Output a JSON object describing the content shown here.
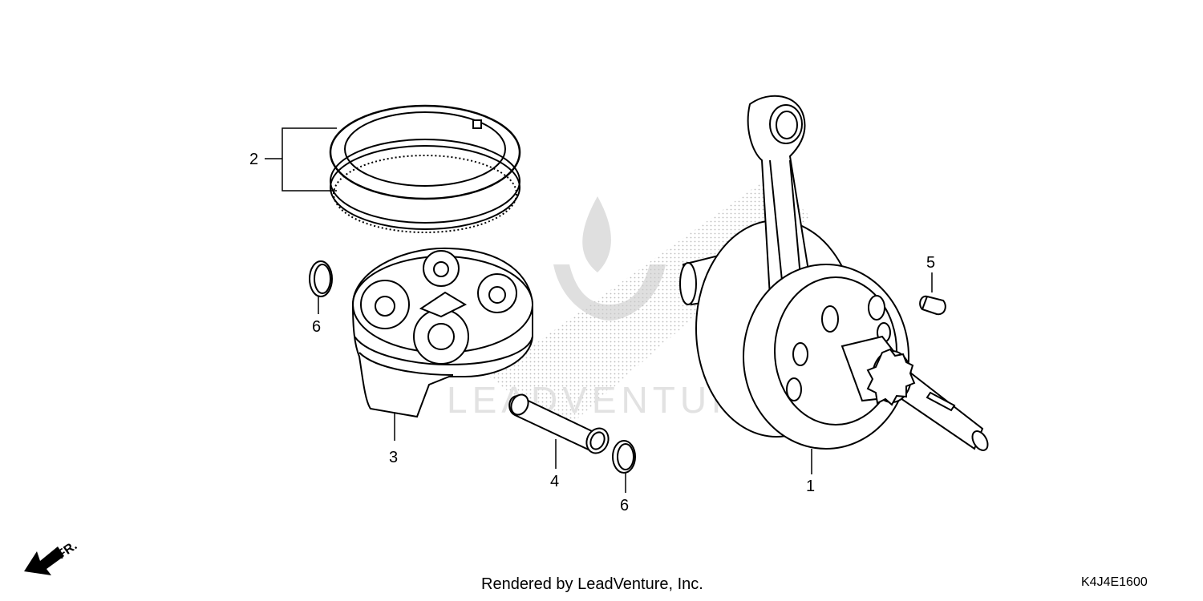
{
  "callouts": {
    "crankshaft": "1",
    "piston_ring_set": "2",
    "piston": "3",
    "piston_pin": "4",
    "woodruff_key": "5",
    "clip_left": "6",
    "clip_right": "6"
  },
  "direction_label": "FR.",
  "watermark": "LEADVENTURE",
  "footer": "Rendered by LeadVenture, Inc.",
  "diagram_code": "K4J4E1600",
  "colors": {
    "line": "#000000",
    "watermark": "#c9c9c9",
    "background": "#ffffff"
  }
}
